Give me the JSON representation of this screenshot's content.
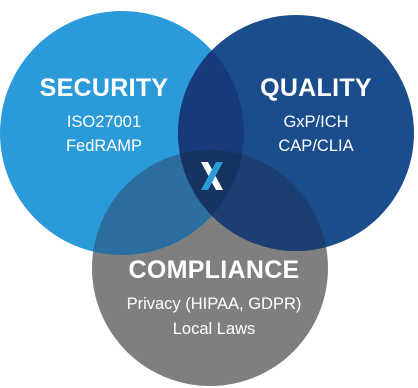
{
  "diagram": {
    "type": "venn",
    "sets": [
      {
        "id": "security",
        "title": "SECURITY",
        "items": [
          "ISO27001",
          "FedRAMP"
        ],
        "color": "#2a9ad9"
      },
      {
        "id": "quality",
        "title": "QUALITY",
        "items": [
          "GxP/ICH",
          "CAP/CLIA"
        ],
        "color": "#1b4c8c"
      },
      {
        "id": "compliance",
        "title": "COMPLIANCE",
        "items": [
          "Privacy (HIPAA, GDPR)",
          "Local Laws"
        ],
        "color": "#7f7f7f"
      }
    ],
    "center_logo": {
      "icon": "x-logo-icon",
      "color": "#2a9ad9"
    }
  }
}
